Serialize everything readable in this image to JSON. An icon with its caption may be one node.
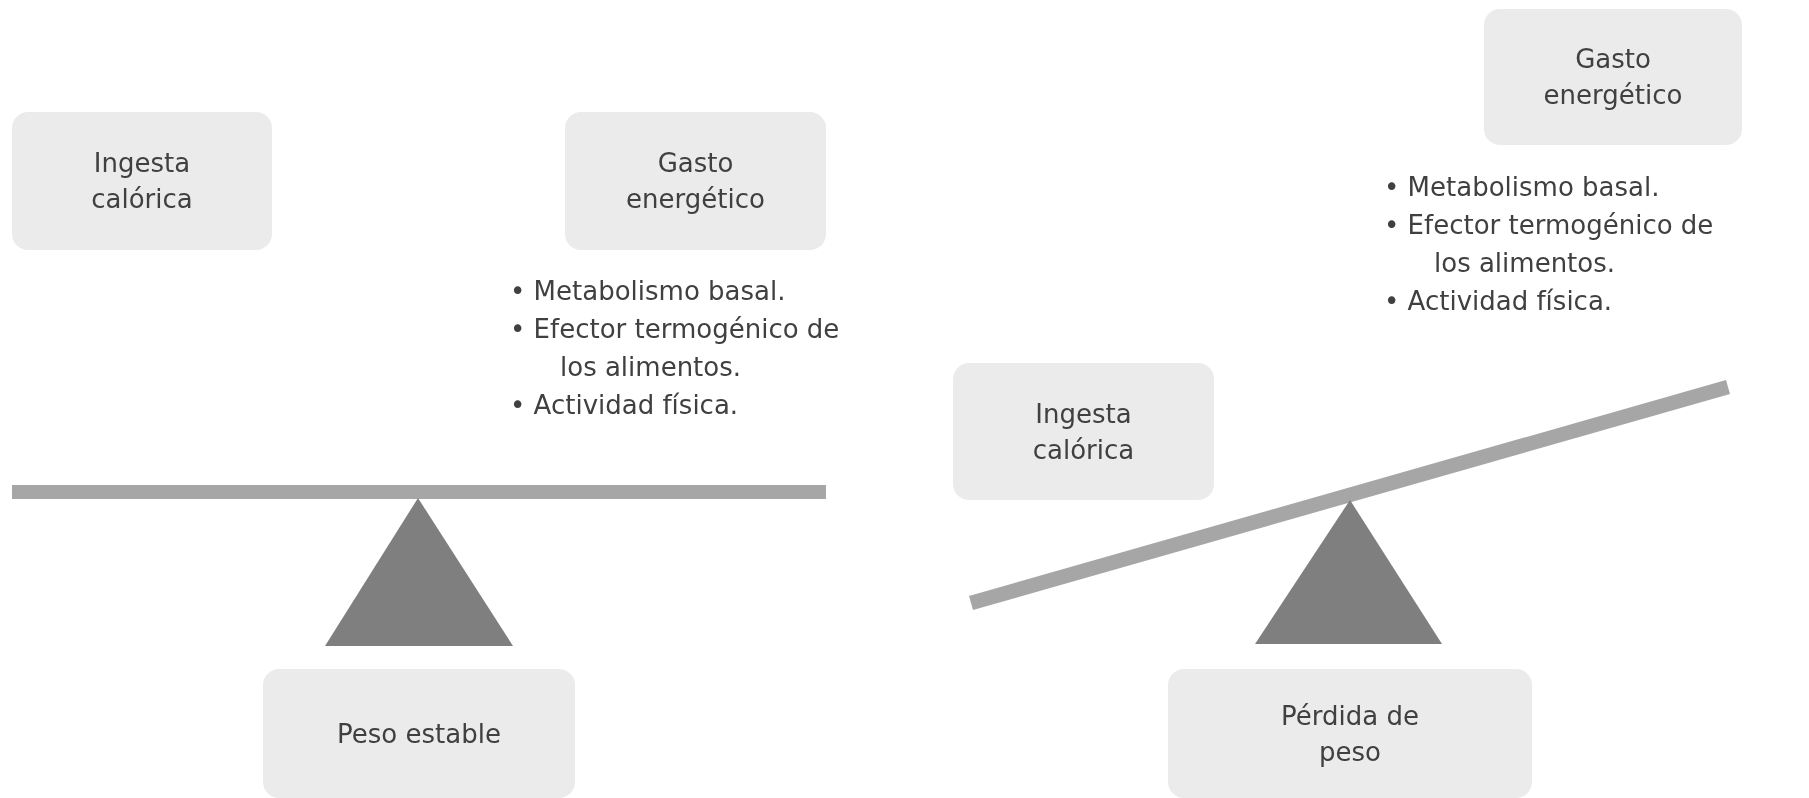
{
  "diagram": {
    "nodes": [
      {
        "text": [
          "Ingesta calórica"
        ]
      },
      {
        "text": [
          "Gasto energético"
        ],
        "beside": [
          "• Metabolismo basal.",
          "• Efector termogénico de los alimentos.",
          "• Actividad física."
        ]
      },
      {
        "text": [
          "Peso estable"
        ]
      },
      {
        "text": [
          "Gasto energético"
        ],
        "beside": [
          "• Metabolismo basal.",
          "• Efector termogénico de los alimentos.",
          "• Actividad física."
        ]
      },
      {
        "text": [
          "Ingesta calórica"
        ]
      },
      {
        "text": [
          "Pérdida de peso"
        ]
      }
    ],
    "edges": []
  }
}
